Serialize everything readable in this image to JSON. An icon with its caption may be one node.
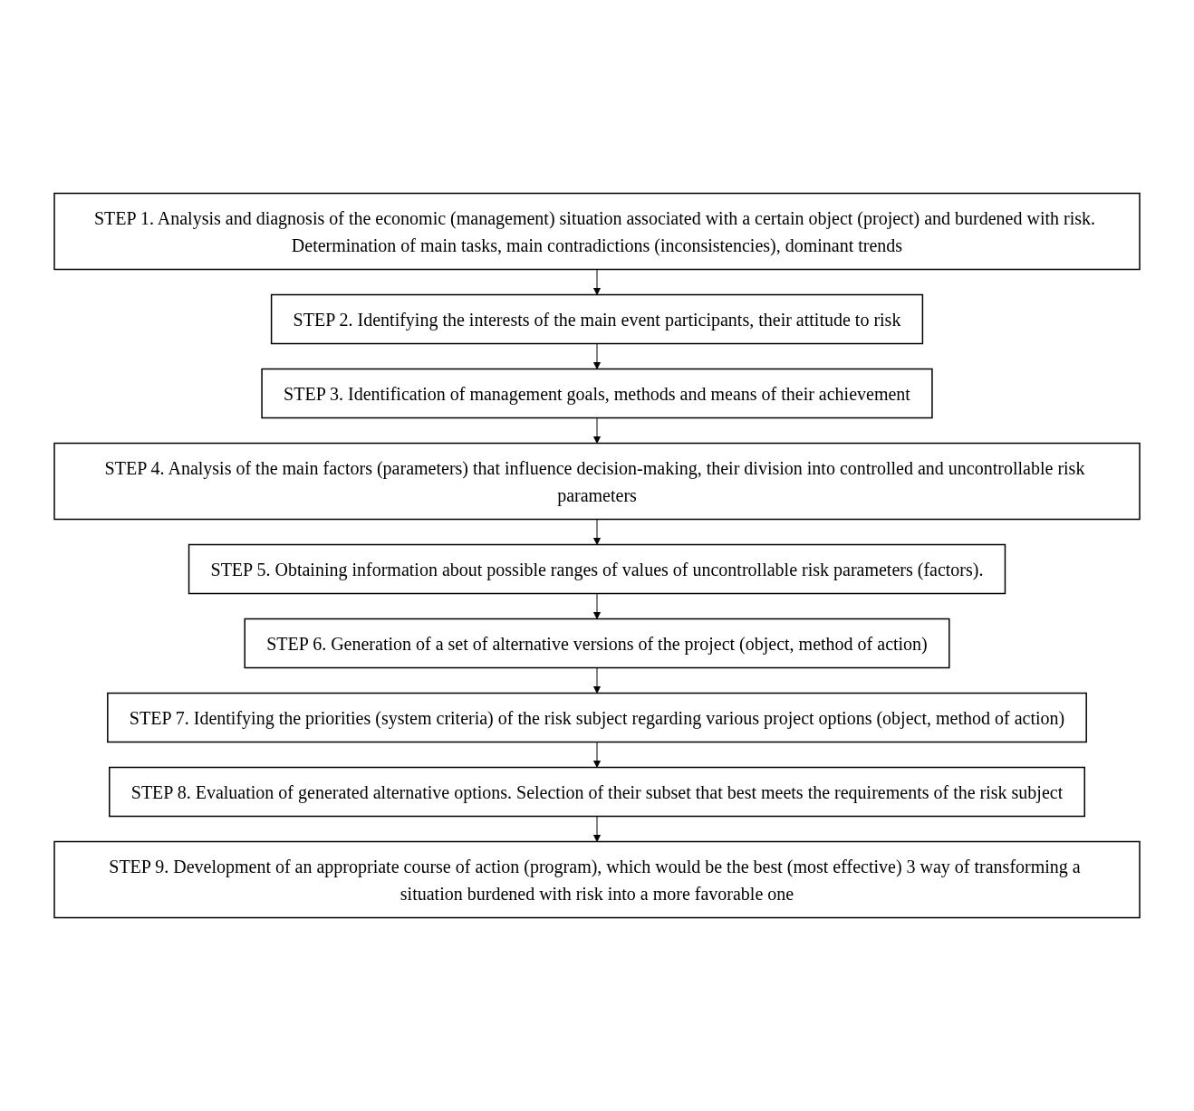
{
  "diagram": {
    "nodes": [
      {
        "text": [
          "STEP 1. Analysis and diagnosis of the economic (management) situation associated with a certain object (project) and burdened with risk. Determination of main tasks, main contradictions (inconsistencies), dominant trends"
        ]
      },
      {
        "text": [
          "STEP 2. Identifying the interests of the main event participants, their attitude to risk"
        ]
      },
      {
        "text": [
          "STEP 3. Identification of management goals, methods and means of their achievement"
        ]
      },
      {
        "text": [
          "STEP 4. Analysis of the main factors (parameters) that influence decision-making, their division into controlled and uncontrollable risk parameters"
        ]
      },
      {
        "text": [
          "STEP 5. Obtaining information about possible ranges of values of uncontrollable risk parameters (factors)."
        ]
      },
      {
        "text": [
          "STEP 6. Generation of a set of alternative versions of the project (object, method of action)"
        ]
      },
      {
        "text": [
          "STEP 7. Identifying the priorities (system criteria) of the risk subject regarding various project options (object, method of action)"
        ]
      },
      {
        "text": [
          "STEP 8. Evaluation of generated alternative options. Selection of their subset that best meets the requirements of the risk subject"
        ]
      },
      {
        "text": [
          "STEP 9. Development of an appropriate course of action (program), which would be the best (most effective) 3 way of transforming a situation burdened with risk into a more favorable one"
        ]
      }
    ],
    "edges": [
      {
        "from": 0,
        "to": 1,
        "arrow": "to"
      },
      {
        "from": 1,
        "to": 2,
        "arrow": "to"
      },
      {
        "from": 2,
        "to": 3,
        "arrow": "to"
      },
      {
        "from": 3,
        "to": 4,
        "arrow": "to"
      },
      {
        "from": 4,
        "to": 5,
        "arrow": "to"
      },
      {
        "from": 5,
        "to": 6,
        "arrow": "to"
      },
      {
        "from": 6,
        "to": 7,
        "arrow": "to"
      },
      {
        "from": 7,
        "to": 8,
        "arrow": "to"
      }
    ]
  }
}
